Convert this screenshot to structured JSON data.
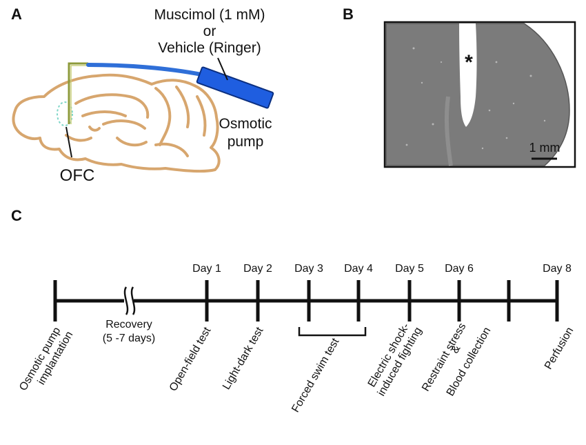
{
  "panel_a": {
    "letter": "A",
    "drug_line1": "Muscimol (1 mM)",
    "drug_line2": "or",
    "drug_line3": "Vehicle (Ringer)",
    "pump_line1": "Osmotic",
    "pump_line2": "pump",
    "region": "OFC"
  },
  "panel_b": {
    "letter": "B",
    "marker": "*",
    "scale_bar": "1 mm"
  },
  "panel_c": {
    "letter": "C",
    "days": [
      "Day 1",
      "Day 2",
      "Day 3",
      "Day 4",
      "Day 5",
      "Day 6",
      "Day 8"
    ],
    "recovery_line1": "Recovery",
    "recovery_line2": "(5 -7 days)",
    "events": [
      {
        "line1": "Osmotic pump",
        "line2": "implantation"
      },
      {
        "line1": "Open-field test",
        "line2": ""
      },
      {
        "line1": "Light-dark test",
        "line2": ""
      },
      {
        "line1": "Forced swim test",
        "line2": ""
      },
      {
        "line1": "Electric shock-",
        "line2": "induced fighting"
      },
      {
        "line1": "Restraint stress",
        "line2": "&",
        "line3": "Blood collection"
      },
      {
        "line1": "Perfusion",
        "line2": ""
      }
    ]
  },
  "colors": {
    "brain_outline": "#d7a66e",
    "tube": "#2f6fd8",
    "pump": "#1f5ee0",
    "cannula": "#8d9a3a",
    "ofc": "#7fd6c8",
    "slice": "#7b7b7b"
  }
}
